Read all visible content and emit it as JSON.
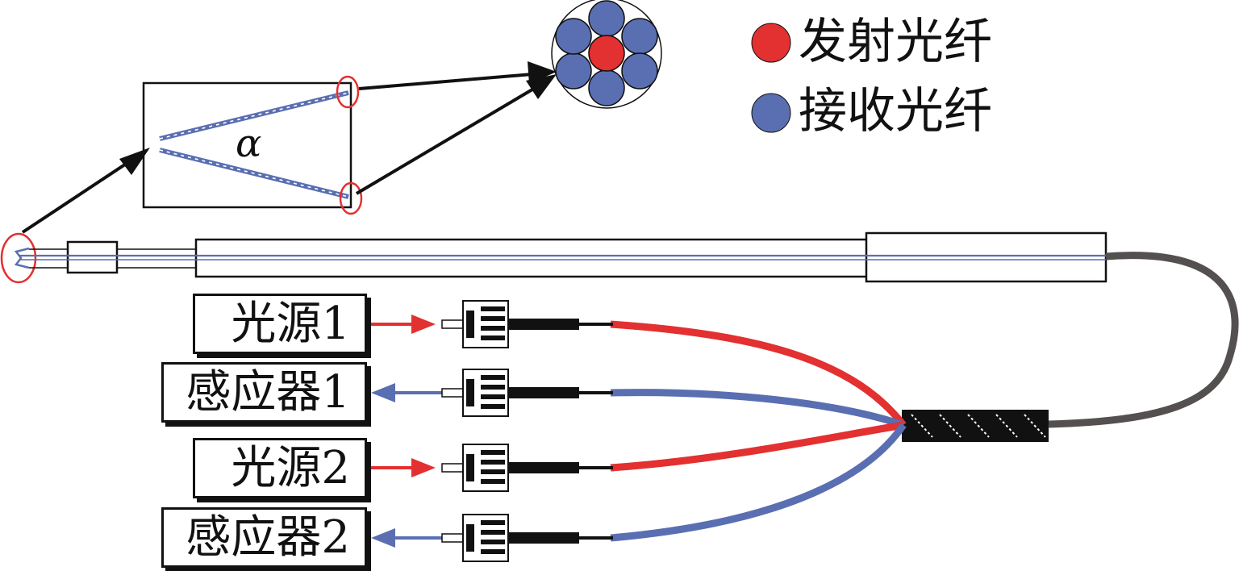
{
  "legend": {
    "emit_label": "发射光纤",
    "receive_label": "接收光纤",
    "emit_color": "#e33030",
    "receive_color": "#5a6fb1"
  },
  "inset": {
    "angle_symbol": "α"
  },
  "ports": [
    {
      "label": "光源1",
      "kind": "source",
      "color": "#e33030"
    },
    {
      "label": "感应器1",
      "kind": "sensor",
      "color": "#5a6fb1"
    },
    {
      "label": "光源2",
      "kind": "source",
      "color": "#e33030"
    },
    {
      "label": "感应器2",
      "kind": "sensor",
      "color": "#5a6fb1"
    }
  ],
  "colors": {
    "cable": "#555050",
    "outline": "#111111"
  }
}
